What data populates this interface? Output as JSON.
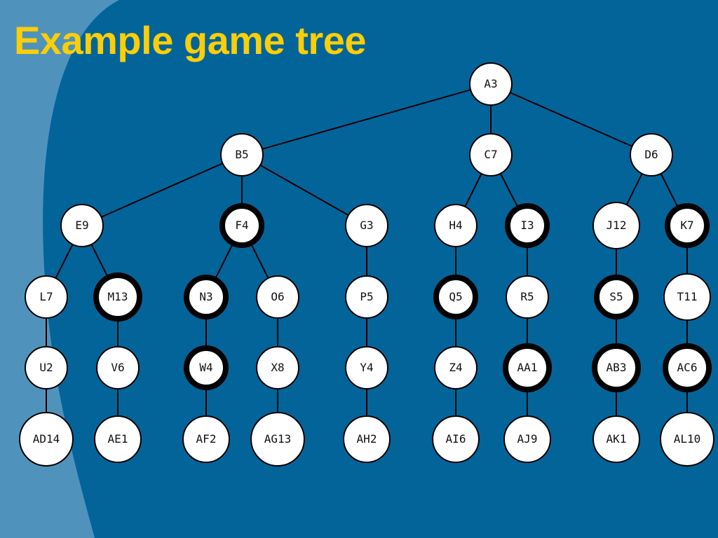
{
  "slide": {
    "title": "Example game tree"
  },
  "colors": {
    "background": "#03649a",
    "left_band": "#4f93bc",
    "title": "#fcce07",
    "node_fill": "#ffffff",
    "node_stroke": "#000000"
  },
  "tree": {
    "nodes": [
      {
        "id": "A",
        "label": "A3",
        "highlighted": false
      },
      {
        "id": "B",
        "label": "B5",
        "highlighted": false
      },
      {
        "id": "C",
        "label": "C7",
        "highlighted": false
      },
      {
        "id": "D",
        "label": "D6",
        "highlighted": false
      },
      {
        "id": "E",
        "label": "E9",
        "highlighted": false
      },
      {
        "id": "F",
        "label": "F4",
        "highlighted": true
      },
      {
        "id": "G",
        "label": "G3",
        "highlighted": false
      },
      {
        "id": "H",
        "label": "H4",
        "highlighted": false
      },
      {
        "id": "I",
        "label": "I3",
        "highlighted": true
      },
      {
        "id": "J",
        "label": "J12",
        "highlighted": false
      },
      {
        "id": "K",
        "label": "K7",
        "highlighted": true
      },
      {
        "id": "L",
        "label": "L7",
        "highlighted": false
      },
      {
        "id": "M",
        "label": "M13",
        "highlighted": true
      },
      {
        "id": "N",
        "label": "N3",
        "highlighted": true
      },
      {
        "id": "O",
        "label": "O6",
        "highlighted": false
      },
      {
        "id": "P",
        "label": "P5",
        "highlighted": false
      },
      {
        "id": "Q",
        "label": "Q5",
        "highlighted": true
      },
      {
        "id": "R",
        "label": "R5",
        "highlighted": false
      },
      {
        "id": "S",
        "label": "S5",
        "highlighted": true
      },
      {
        "id": "T",
        "label": "T11",
        "highlighted": false
      },
      {
        "id": "U",
        "label": "U2",
        "highlighted": false
      },
      {
        "id": "V",
        "label": "V6",
        "highlighted": false
      },
      {
        "id": "W",
        "label": "W4",
        "highlighted": true
      },
      {
        "id": "X",
        "label": "X8",
        "highlighted": false
      },
      {
        "id": "Y",
        "label": "Y4",
        "highlighted": false
      },
      {
        "id": "Z",
        "label": "Z4",
        "highlighted": false
      },
      {
        "id": "AA",
        "label": "AA1",
        "highlighted": true
      },
      {
        "id": "AB",
        "label": "AB3",
        "highlighted": true
      },
      {
        "id": "AC",
        "label": "AC6",
        "highlighted": true
      },
      {
        "id": "AD",
        "label": "AD14",
        "highlighted": false
      },
      {
        "id": "AE",
        "label": "AE1",
        "highlighted": false
      },
      {
        "id": "AF",
        "label": "AF2",
        "highlighted": false
      },
      {
        "id": "AG",
        "label": "AG13",
        "highlighted": false
      },
      {
        "id": "AH",
        "label": "AH2",
        "highlighted": false
      },
      {
        "id": "AI",
        "label": "AI6",
        "highlighted": false
      },
      {
        "id": "AJ",
        "label": "AJ9",
        "highlighted": false
      },
      {
        "id": "AK",
        "label": "AK1",
        "highlighted": false
      },
      {
        "id": "AL",
        "label": "AL10",
        "highlighted": false
      }
    ],
    "edges": [
      [
        "A",
        "B"
      ],
      [
        "A",
        "C"
      ],
      [
        "A",
        "D"
      ],
      [
        "B",
        "E"
      ],
      [
        "B",
        "F"
      ],
      [
        "B",
        "G"
      ],
      [
        "C",
        "H"
      ],
      [
        "C",
        "I"
      ],
      [
        "D",
        "J"
      ],
      [
        "D",
        "K"
      ],
      [
        "E",
        "L"
      ],
      [
        "E",
        "M"
      ],
      [
        "F",
        "N"
      ],
      [
        "F",
        "O"
      ],
      [
        "G",
        "P"
      ],
      [
        "H",
        "Q"
      ],
      [
        "I",
        "R"
      ],
      [
        "J",
        "S"
      ],
      [
        "K",
        "T"
      ],
      [
        "L",
        "U"
      ],
      [
        "M",
        "V"
      ],
      [
        "N",
        "W"
      ],
      [
        "O",
        "X"
      ],
      [
        "P",
        "Y"
      ],
      [
        "Q",
        "Z"
      ],
      [
        "R",
        "AA"
      ],
      [
        "S",
        "AB"
      ],
      [
        "T",
        "AC"
      ],
      [
        "U",
        "AD"
      ],
      [
        "V",
        "AE"
      ],
      [
        "W",
        "AF"
      ],
      [
        "X",
        "AG"
      ],
      [
        "Y",
        "AH"
      ],
      [
        "Z",
        "AI"
      ],
      [
        "AA",
        "AJ"
      ],
      [
        "AB",
        "AK"
      ],
      [
        "AC",
        "AL"
      ]
    ]
  }
}
